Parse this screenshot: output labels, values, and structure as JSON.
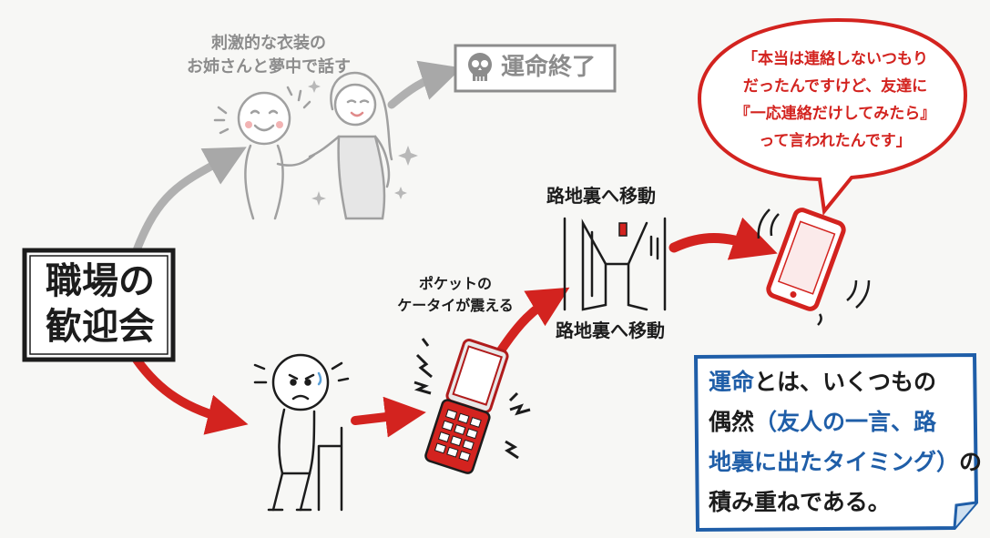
{
  "start_box": {
    "lines": [
      "職場の",
      "歓迎会"
    ]
  },
  "top_branch": {
    "caption_lines": [
      "刺激的な衣装の",
      "お姉さんと夢中で話す"
    ],
    "fate_end_label": "運命終了",
    "fate_end_icon": "skull-icon"
  },
  "bottom_branch": {
    "phone_caption_lines": [
      "ポケットの",
      "ケータイが震える"
    ],
    "alley_label_top": "路地裏へ移動",
    "alley_label_bottom": "路地裏へ移動"
  },
  "speech_bubble": {
    "lines": [
      "「本当は連絡しないつもり",
      "だったんですけど、友達に",
      "『一応連絡だけしてみたら』",
      "って言われたんです」"
    ]
  },
  "conclusion_note": {
    "line1_highlight": "運命",
    "line1_rest": "とは、いくつもの",
    "line2_main": "偶然",
    "line2_highlight": "（友人の一言、路",
    "line3_highlight": "地裏に出たタイミング）",
    "line3_rest": "の",
    "line4": "積み重ねである。"
  },
  "colors": {
    "red": "#d3231f",
    "blue": "#1f5ea8",
    "grey": "#8c8c8c",
    "ink": "#1c1c1c"
  }
}
